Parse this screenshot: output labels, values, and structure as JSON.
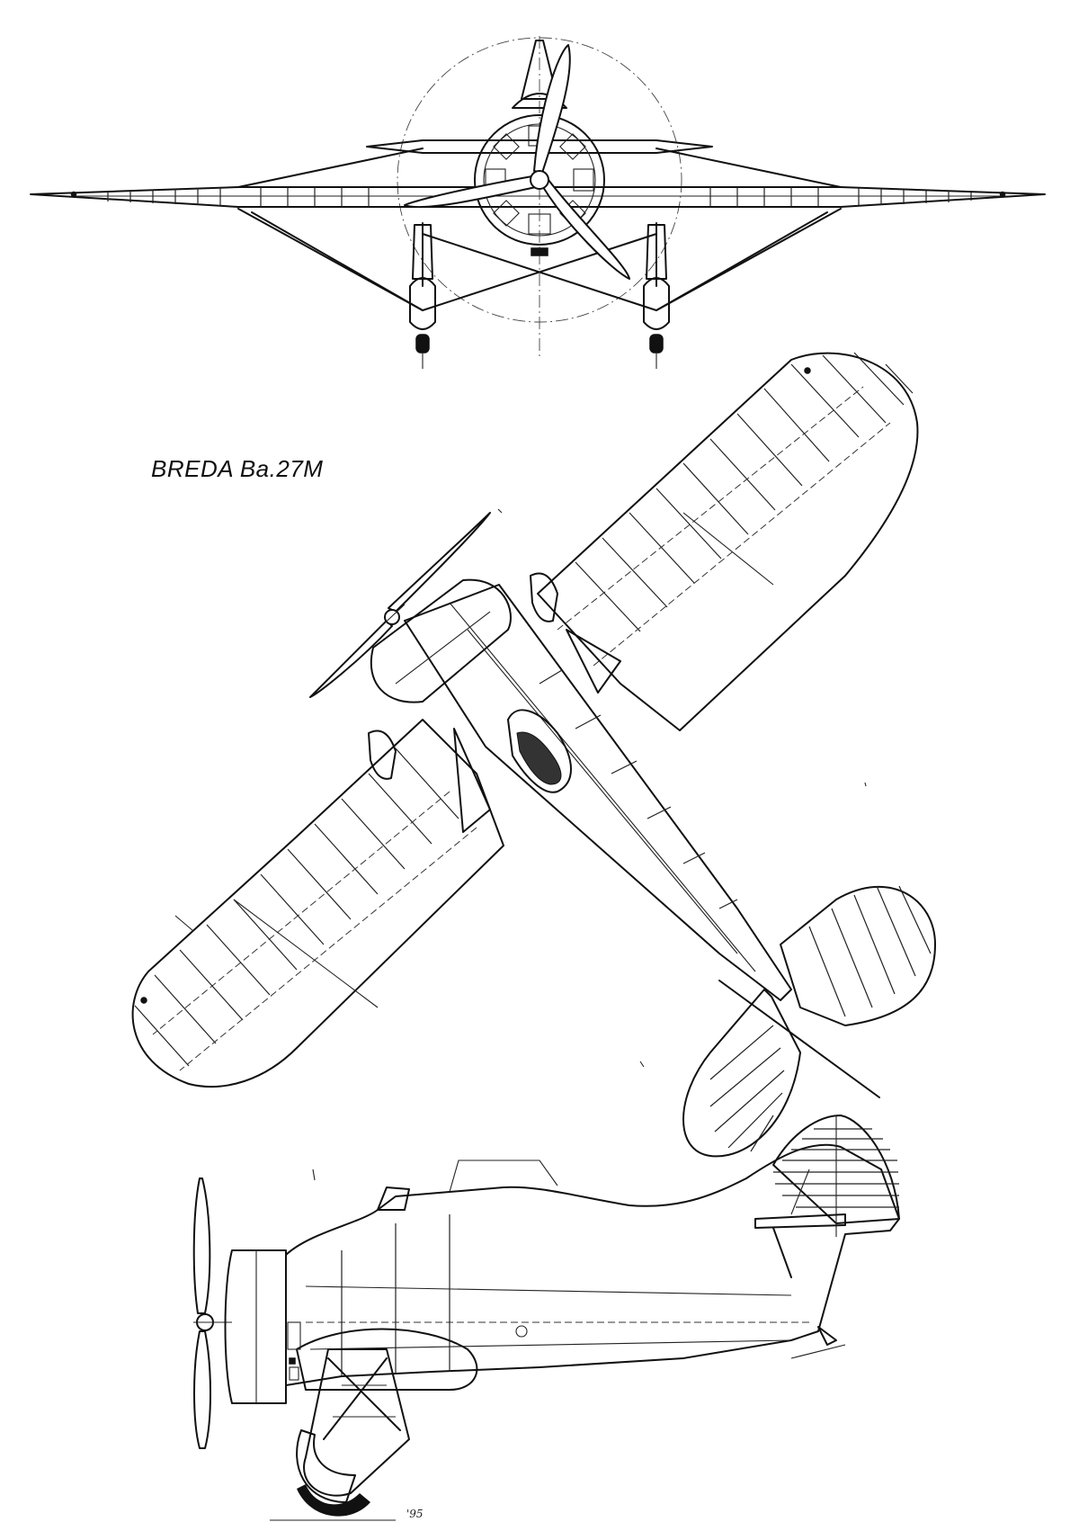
{
  "drawing": {
    "title": "BREDA Ba.27M",
    "signature": "'95"
  },
  "views": [
    {
      "name": "front-view"
    },
    {
      "name": "plan-view"
    },
    {
      "name": "side-view"
    }
  ],
  "colors": {
    "ink": "#111111",
    "paper": "#ffffff"
  }
}
